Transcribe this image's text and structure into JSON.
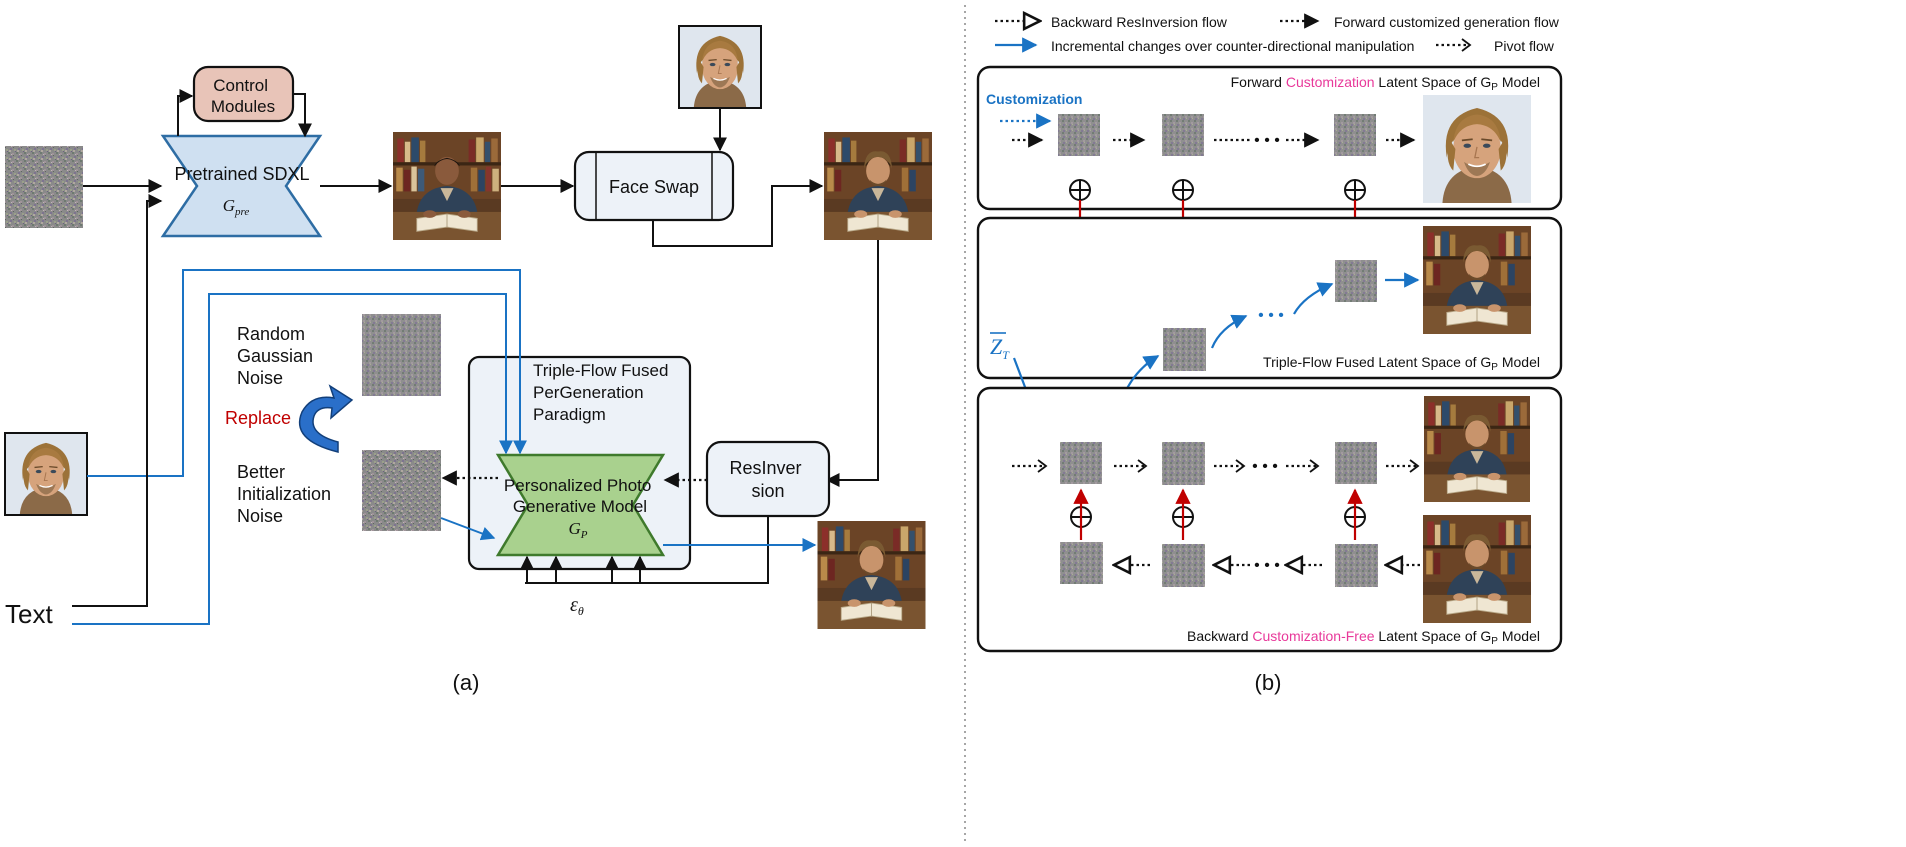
{
  "panel_a": {
    "caption": "(a)",
    "control_modules": "Control\nModules",
    "pretrained_title": "Pretrained SDXL",
    "pretrained_symbol": "G",
    "pretrained_symbol_sub": "pre",
    "face_swap": "Face Swap",
    "random_noise": "Random\nGaussian\nNoise",
    "replace": "Replace",
    "better_noise": "Better\nInitialization\nNoise",
    "triple_flow": "Triple-Flow Fused\nPerGeneration\nParadigm",
    "gp_title": "Personalized Photo\nGenerative Model",
    "gp_symbol": "G",
    "gp_symbol_sub": "P",
    "resinversion": "ResInver\nsion",
    "epsilon": "ε",
    "epsilon_sub": "θ",
    "text_input": "Text"
  },
  "panel_b": {
    "caption": "(b)",
    "legend": {
      "backward": "Backward ResInversion flow",
      "forward": "Forward customized generation flow",
      "incremental": "Incremental changes over counter-directional manipulation",
      "pivot": "Pivot flow"
    },
    "forward_space": {
      "prefix": "Forward ",
      "highlight": "Customization",
      "suffix": " Latent Space of G",
      "sub": "P",
      "end": " Model"
    },
    "customization_label": "Customization",
    "fused_space": {
      "prefix": "Triple-Flow Fused Latent Space of G",
      "sub": "P",
      "end": " Model"
    },
    "backward_space": {
      "prefix": "Backward ",
      "highlight": "Customization-Free",
      "suffix": " Latent Space of G",
      "sub": "P",
      "end": " Model"
    },
    "zt_symbol": "Z",
    "zt_sub": "T",
    "ellipsis": "• • •"
  },
  "colors": {
    "blue": "#1a73c4",
    "red": "#c00000",
    "pink": "#e8399a",
    "control_fill": "#e8c4b8",
    "sdxl_fill": "#cfe0f1",
    "gp_fill": "#a9d18e",
    "panel_fill": "#edf2f8"
  },
  "icons": [
    "noise-image",
    "face-portrait",
    "man-reading-photo",
    "circled-plus-icon",
    "curved-replace-arrow"
  ]
}
